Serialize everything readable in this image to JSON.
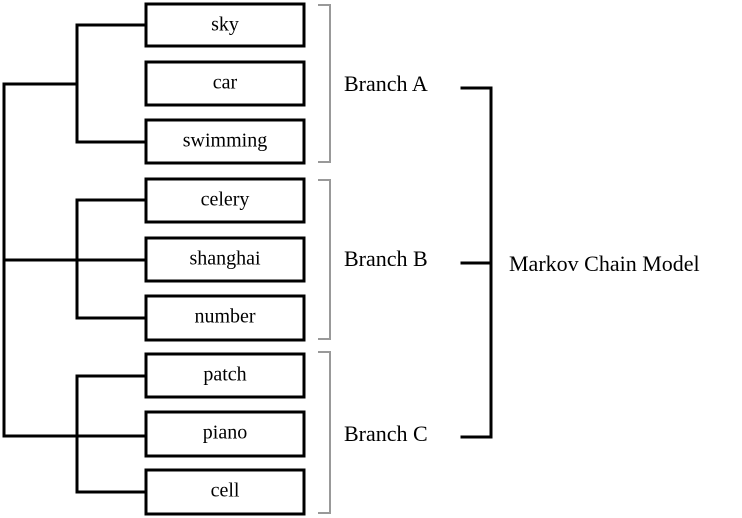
{
  "diagram": {
    "model_label": "Markov Chain Model",
    "branches": [
      {
        "label": "Branch A",
        "items": [
          "sky",
          "car",
          "swimming"
        ]
      },
      {
        "label": "Branch B",
        "items": [
          "celery",
          "shanghai",
          "number"
        ]
      },
      {
        "label": "Branch C",
        "items": [
          "patch",
          "piano",
          "cell"
        ]
      }
    ]
  }
}
